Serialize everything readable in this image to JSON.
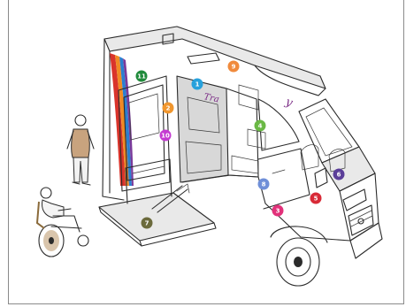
{
  "colors": {
    "background": "#ffffff",
    "frame": "#8a8a8a",
    "stripe_red": "#d9342b",
    "stripe_orange": "#f08a24",
    "stripe_blue": "#2b7fd0",
    "stripe_purple": "#7a3a9a",
    "text_purple": "#7b2c86"
  },
  "markers": [
    {
      "label": "1",
      "color": "#27a1dc"
    },
    {
      "label": "2",
      "color": "#f0962e"
    },
    {
      "label": "3",
      "color": "#e2317a"
    },
    {
      "label": "4",
      "color": "#6ab845"
    },
    {
      "label": "5",
      "color": "#d82a37"
    },
    {
      "label": "6",
      "color": "#5b3e99"
    },
    {
      "label": "7",
      "color": "#6b6a3c"
    },
    {
      "label": "8",
      "color": "#6f8fd8"
    },
    {
      "label": "9",
      "color": "#f08a3c"
    },
    {
      "label": "10",
      "color": "#c43ad1"
    },
    {
      "label": "11",
      "color": "#1f8a3a"
    }
  ],
  "icons": {
    "vehicle": "ambulance-vehicle-illustration",
    "person": "standing-person-figure",
    "wheelchair": "wheelchair-user-figure",
    "ramp": "wheelchair-ramp-lift"
  }
}
